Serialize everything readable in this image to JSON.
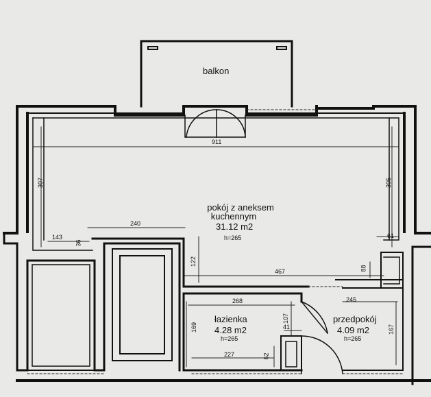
{
  "rooms": {
    "balkon": {
      "name": "balkon"
    },
    "living": {
      "name_line1": "pokój z aneksem",
      "name_line2": "kuchennym",
      "area": "31.12 m2",
      "height": "h=265"
    },
    "bathroom": {
      "name": "łazienka",
      "area": "4.28 m2",
      "height": "h=265"
    },
    "hall": {
      "name": "przedpokój",
      "area": "4.09 m2",
      "height": "h=265"
    }
  },
  "dimensions": {
    "living_width": "911",
    "living_left_height": "307",
    "living_right_height": "305",
    "kitchen_top": "240",
    "left_offset": "143",
    "left_small": "36",
    "partition_height": "122",
    "partition_length": "467",
    "right_small_h": "88",
    "right_small_w": "61",
    "bath_width": "268",
    "bath_height": "169",
    "bath_door_h": "107",
    "bath_small_w": "41",
    "bath_bottom": "227",
    "bath_bottom_small": "62",
    "hall_width": "245",
    "hall_height": "167"
  },
  "colors": {
    "wall": "#111111",
    "background": "#e9e9e7",
    "line": "#222222"
  }
}
